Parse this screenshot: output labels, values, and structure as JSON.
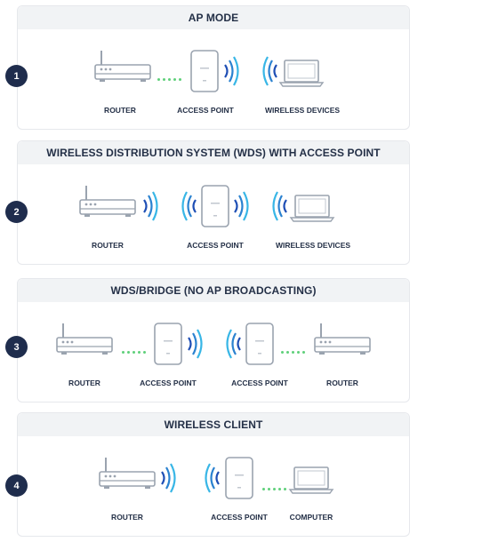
{
  "colors": {
    "heading_text": "#243047",
    "badge_bg": "#1f2d4d",
    "panel_header_bg": "#f1f3f5",
    "device_stroke": "#9aa3af",
    "wave_dark": "#1f4fb5",
    "wave_light": "#38b6e6",
    "link_dots": "#5fd07a"
  },
  "panels": [
    {
      "number": "1",
      "title": "AP MODE",
      "labels": [
        "ROUTER",
        "ACCESS POINT",
        "WIRELESS DEVICES"
      ]
    },
    {
      "number": "2",
      "title": "WIRELESS DISTRIBUTION SYSTEM (WDS) WITH ACCESS POINT",
      "labels": [
        "ROUTER",
        "ACCESS POINT",
        "WIRELESS DEVICES"
      ]
    },
    {
      "number": "3",
      "title": "WDS/BRIDGE (NO AP BROADCASTING)",
      "labels": [
        "ROUTER",
        "ACCESS POINT",
        "ACCESS POINT",
        "ROUTER"
      ]
    },
    {
      "number": "4",
      "title": "WIRELESS CLIENT",
      "labels": [
        "ROUTER",
        "ACCESS POINT",
        "COMPUTER"
      ]
    }
  ]
}
